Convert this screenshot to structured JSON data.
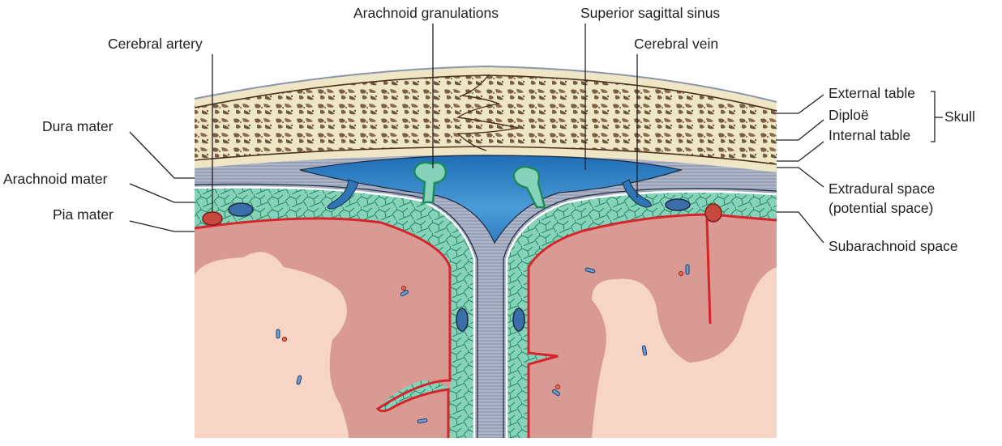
{
  "figure": {
    "title": "Meninges and skull in coronal section",
    "colors": {
      "skull_bone": "#efe6c6",
      "diploe_trabeculae": "#7a5f45",
      "dura": "#9aa3b8",
      "sinus_blue": "#2f7fc4",
      "arachnoid_green": "#7fcdb4",
      "arachnoid_outline": "#1b8a5a",
      "pia_red": "#d8232a",
      "cortex_pink": "#d89a92",
      "white_matter": "#f7d5c6",
      "vein_blue": "#3a6ea8",
      "artery_red": "#c7483d"
    }
  },
  "labels": {
    "cerebral_artery": "Cerebral artery",
    "arachnoid_granulations": "Arachnoid granulations",
    "superior_sagittal_sinus": "Superior sagittal sinus",
    "cerebral_vein": "Cerebral vein",
    "dura_mater": "Dura mater",
    "arachnoid_mater": "Arachnoid mater",
    "pia_mater": "Pia mater",
    "external_table": "External table",
    "diploe": "Diploë",
    "internal_table": "Internal table",
    "skull": "Skull",
    "extradural_space_1": "Extradural space",
    "extradural_space_2": "(potential space)",
    "subarachnoid_space": "Subarachnoid space"
  }
}
